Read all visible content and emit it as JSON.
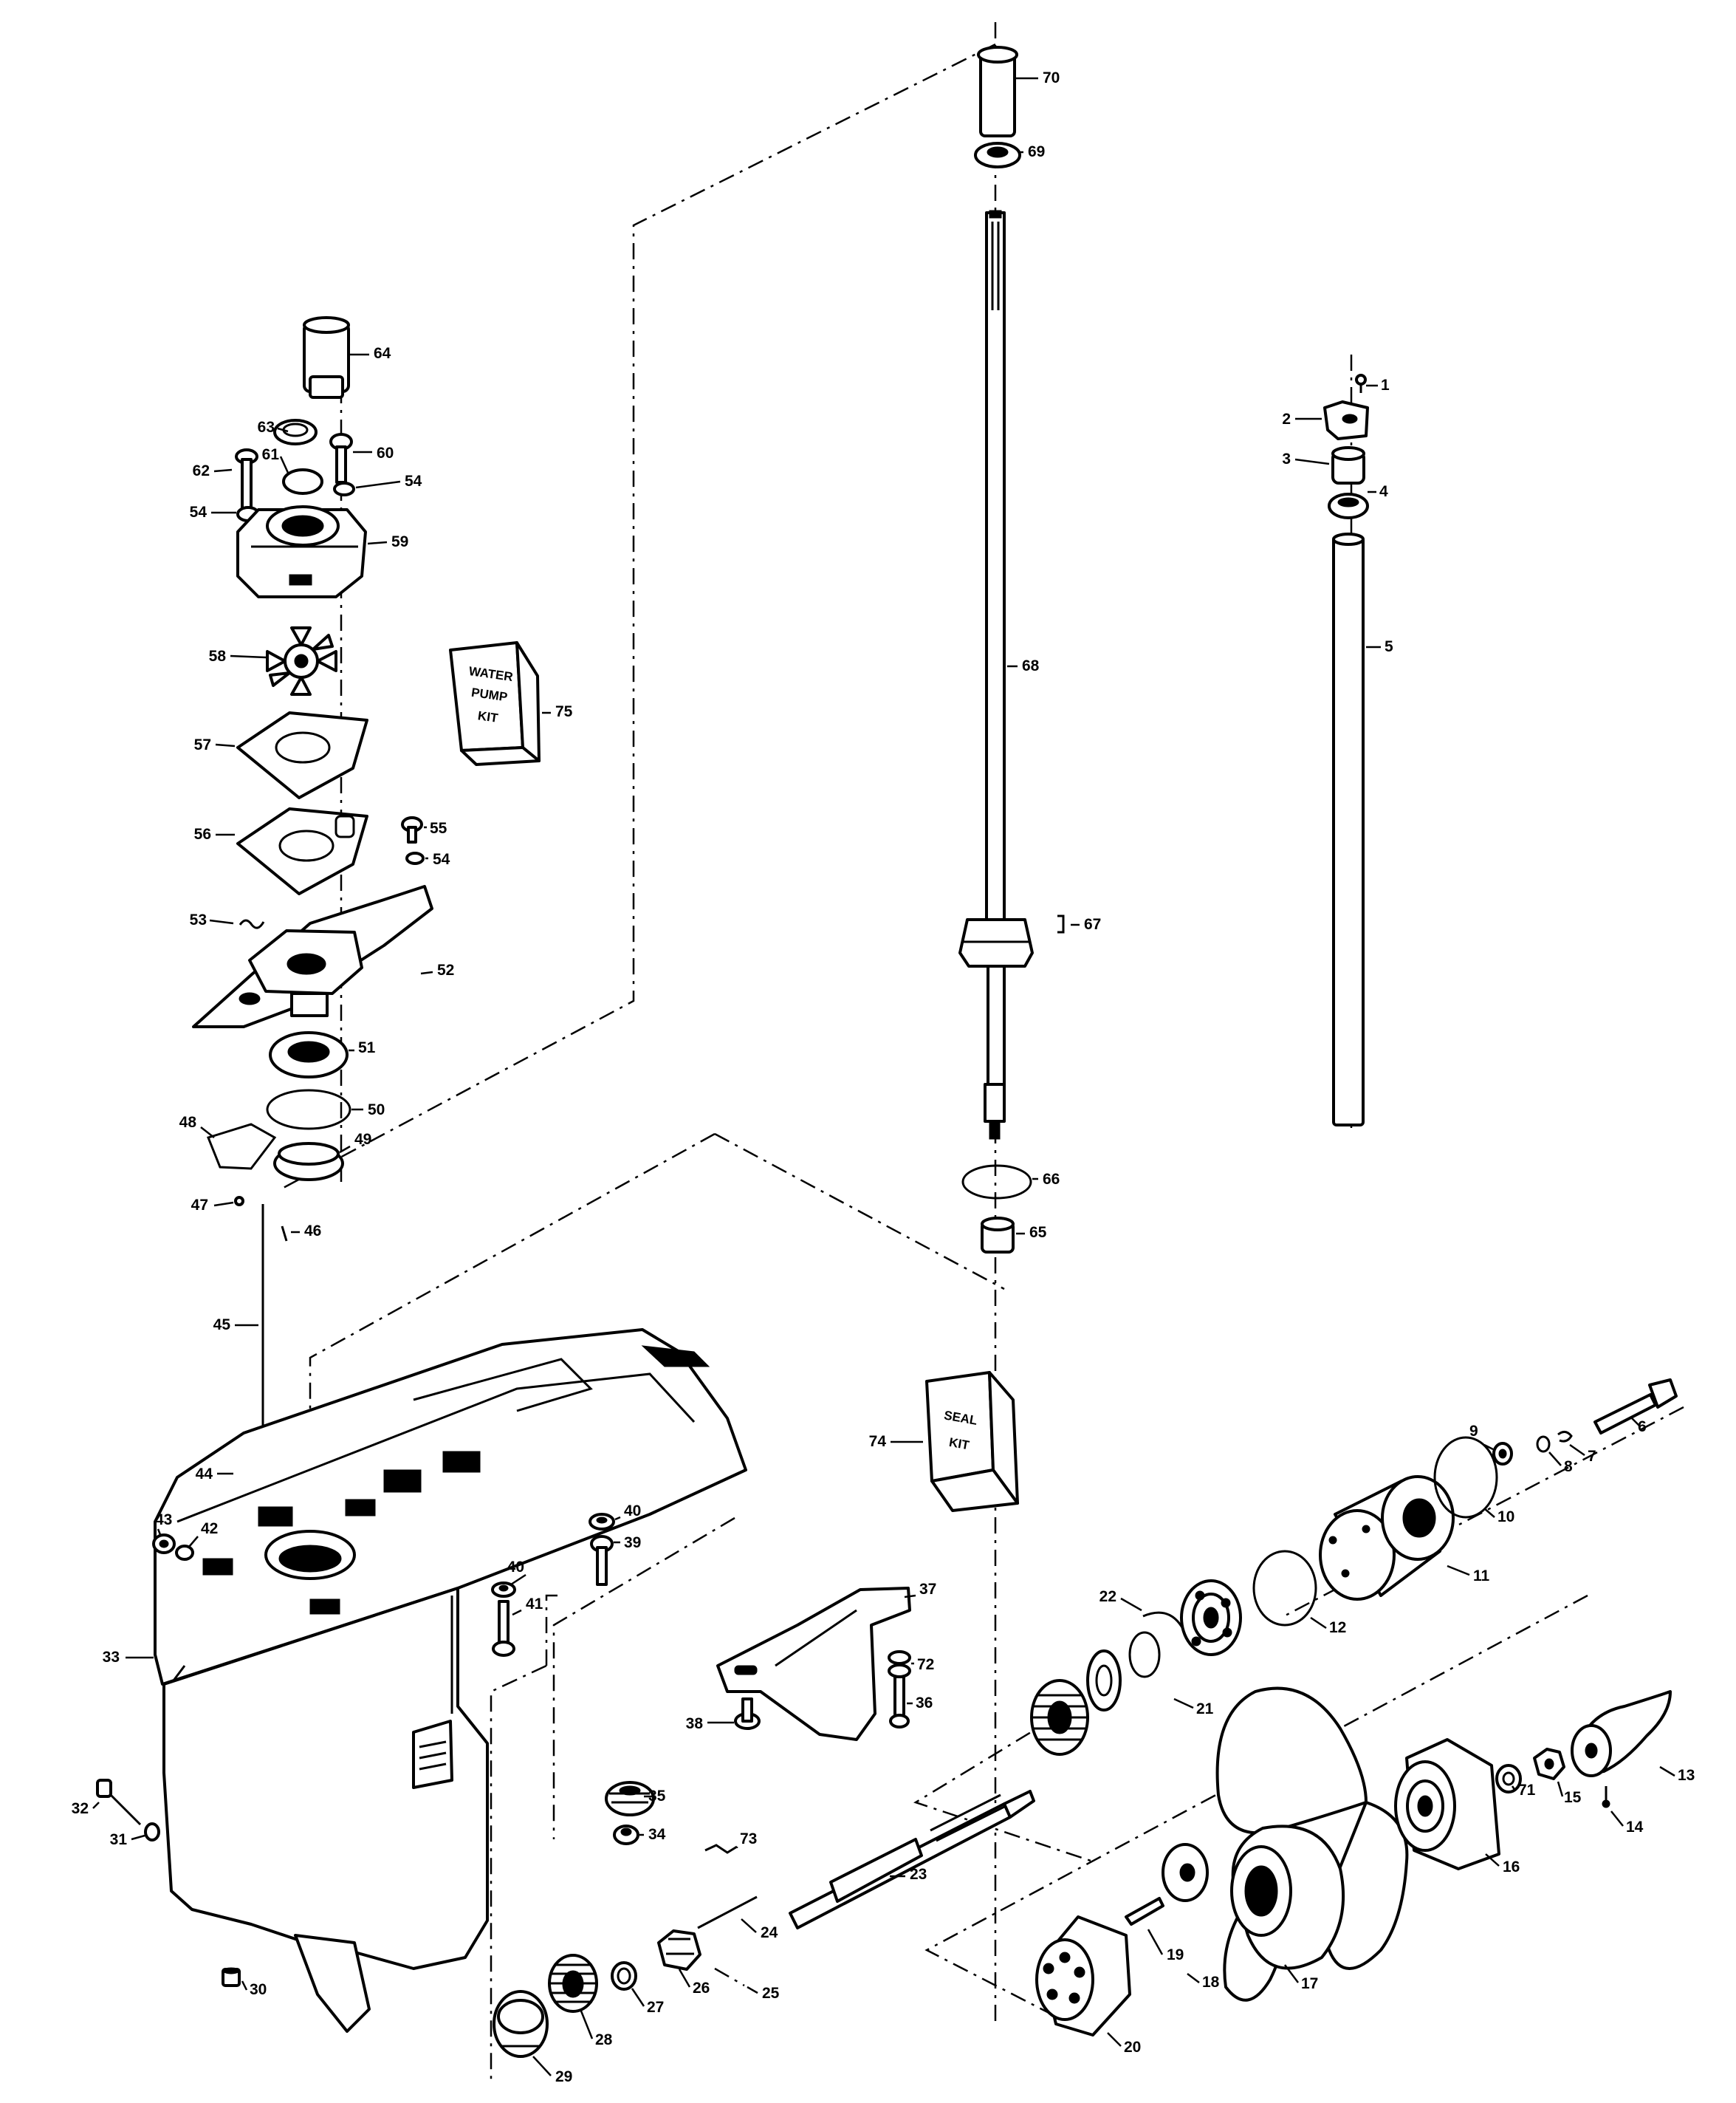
{
  "kits": {
    "water_pump": {
      "line1": "WATER",
      "line2": "PUMP",
      "line3": "KIT",
      "number": "75"
    },
    "seal": {
      "line1": "SEAL",
      "line2": "KIT",
      "number": "74"
    }
  },
  "callouts": [
    {
      "id": "1",
      "label": "1"
    },
    {
      "id": "2",
      "label": "2"
    },
    {
      "id": "3",
      "label": "3"
    },
    {
      "id": "4",
      "label": "4"
    },
    {
      "id": "5",
      "label": "5"
    },
    {
      "id": "6",
      "label": "6"
    },
    {
      "id": "7",
      "label": "7"
    },
    {
      "id": "8",
      "label": "8"
    },
    {
      "id": "9",
      "label": "9"
    },
    {
      "id": "10",
      "label": "10"
    },
    {
      "id": "11",
      "label": "11"
    },
    {
      "id": "12",
      "label": "12"
    },
    {
      "id": "13",
      "label": "13"
    },
    {
      "id": "14",
      "label": "14"
    },
    {
      "id": "15",
      "label": "15"
    },
    {
      "id": "16",
      "label": "16"
    },
    {
      "id": "17",
      "label": "17"
    },
    {
      "id": "18",
      "label": "18"
    },
    {
      "id": "19",
      "label": "19"
    },
    {
      "id": "20",
      "label": "20"
    },
    {
      "id": "21",
      "label": "21"
    },
    {
      "id": "22",
      "label": "22"
    },
    {
      "id": "23",
      "label": "23"
    },
    {
      "id": "24",
      "label": "24"
    },
    {
      "id": "25",
      "label": "25"
    },
    {
      "id": "26",
      "label": "26"
    },
    {
      "id": "27",
      "label": "27"
    },
    {
      "id": "28",
      "label": "28"
    },
    {
      "id": "29",
      "label": "29"
    },
    {
      "id": "30",
      "label": "30"
    },
    {
      "id": "31",
      "label": "31"
    },
    {
      "id": "32",
      "label": "32"
    },
    {
      "id": "33",
      "label": "33"
    },
    {
      "id": "34",
      "label": "34"
    },
    {
      "id": "35",
      "label": "35"
    },
    {
      "id": "36",
      "label": "36"
    },
    {
      "id": "37",
      "label": "37"
    },
    {
      "id": "38",
      "label": "38"
    },
    {
      "id": "39",
      "label": "39"
    },
    {
      "id": "40a",
      "label": "40"
    },
    {
      "id": "40b",
      "label": "40"
    },
    {
      "id": "41",
      "label": "41"
    },
    {
      "id": "42",
      "label": "42"
    },
    {
      "id": "43",
      "label": "43"
    },
    {
      "id": "44",
      "label": "44"
    },
    {
      "id": "45",
      "label": "45"
    },
    {
      "id": "46",
      "label": "46"
    },
    {
      "id": "47",
      "label": "47"
    },
    {
      "id": "48",
      "label": "48"
    },
    {
      "id": "49",
      "label": "49"
    },
    {
      "id": "50",
      "label": "50"
    },
    {
      "id": "51",
      "label": "51"
    },
    {
      "id": "52",
      "label": "52"
    },
    {
      "id": "53",
      "label": "53"
    },
    {
      "id": "54a",
      "label": "54"
    },
    {
      "id": "54b",
      "label": "54"
    },
    {
      "id": "54c",
      "label": "54"
    },
    {
      "id": "55",
      "label": "55"
    },
    {
      "id": "56",
      "label": "56"
    },
    {
      "id": "57",
      "label": "57"
    },
    {
      "id": "58",
      "label": "58"
    },
    {
      "id": "59",
      "label": "59"
    },
    {
      "id": "60",
      "label": "60"
    },
    {
      "id": "61",
      "label": "61"
    },
    {
      "id": "62",
      "label": "62"
    },
    {
      "id": "63",
      "label": "63"
    },
    {
      "id": "64",
      "label": "64"
    },
    {
      "id": "65",
      "label": "65"
    },
    {
      "id": "66",
      "label": "66"
    },
    {
      "id": "67",
      "label": "67"
    },
    {
      "id": "68",
      "label": "68"
    },
    {
      "id": "69",
      "label": "69"
    },
    {
      "id": "70",
      "label": "70"
    },
    {
      "id": "71",
      "label": "71"
    },
    {
      "id": "72",
      "label": "72"
    },
    {
      "id": "73",
      "label": "73"
    },
    {
      "id": "74",
      "label": "74"
    },
    {
      "id": "75",
      "label": "75"
    }
  ]
}
